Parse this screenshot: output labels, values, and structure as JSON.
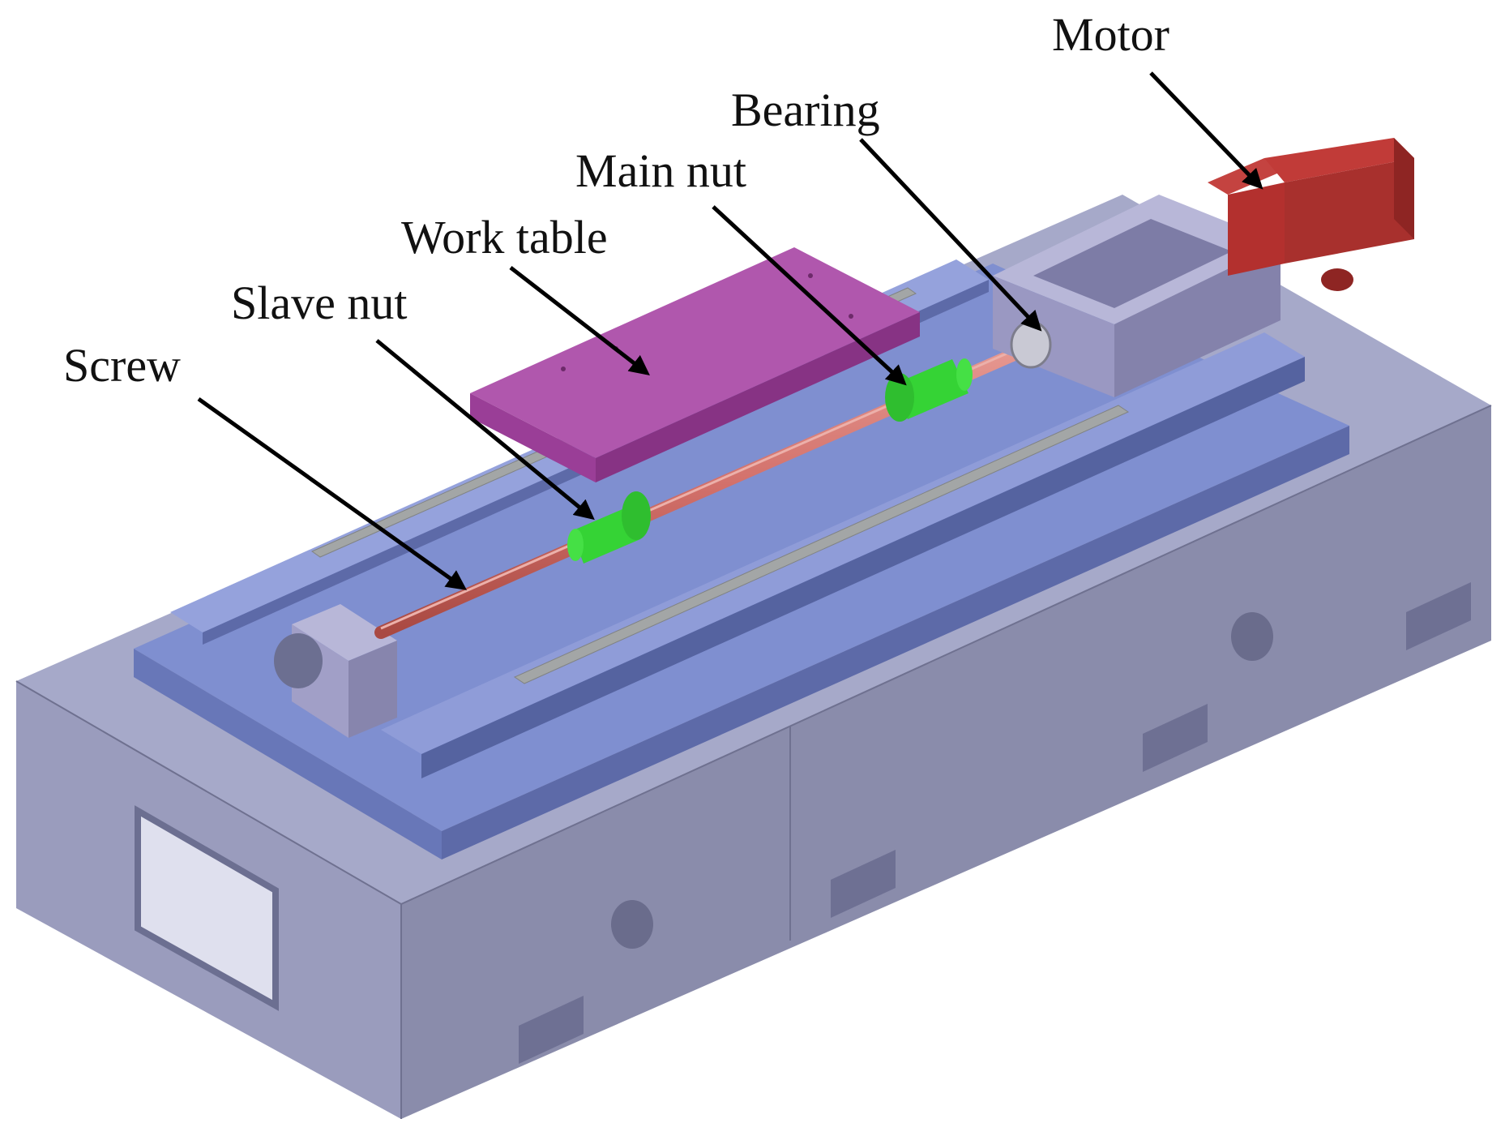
{
  "labels": {
    "motor": "Motor",
    "bearing": "Bearing",
    "main_nut": "Main nut",
    "work_table": "Work table",
    "slave_nut": "Slave nut",
    "screw": "Screw"
  },
  "colors": {
    "bed_body": "#8f92b4",
    "bed_top": "#a6a9c9",
    "bed_dark": "#6c6f91",
    "plate": "#7f8fd0",
    "plate_dark": "#5d6aa8",
    "work_table": "#b057ad",
    "motor": "#b3302e",
    "screw": "#d2706a",
    "nut": "#35d335",
    "housing": "#9a98c2",
    "rail": "#a3a6a6"
  }
}
